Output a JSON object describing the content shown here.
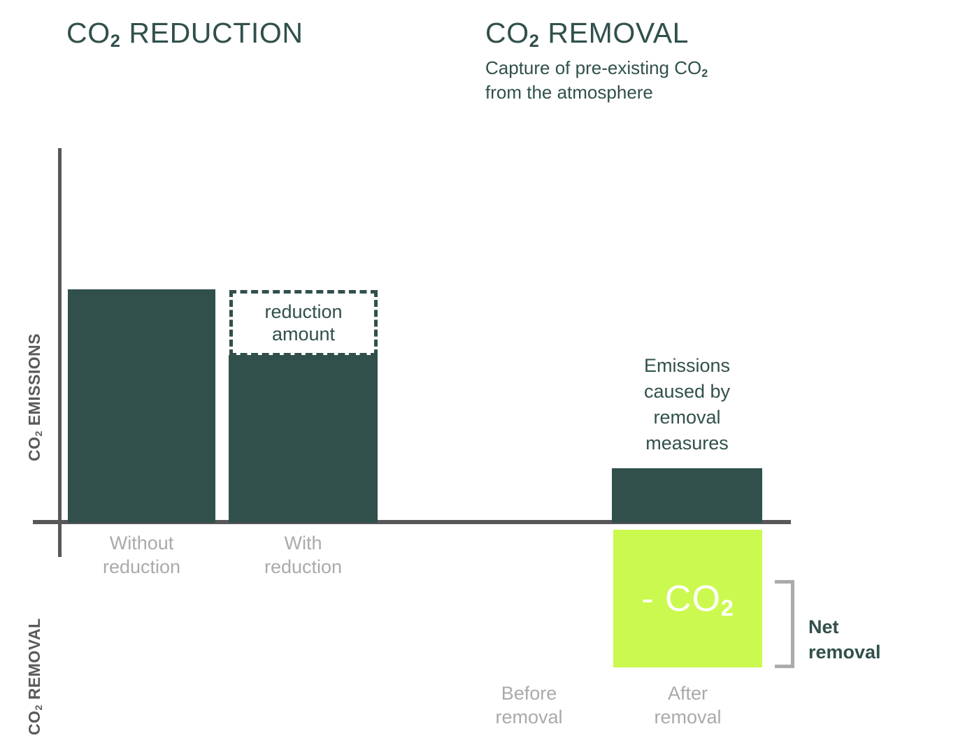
{
  "headings": {
    "reduction_title_main": "CO",
    "reduction_title_sub": "2",
    "reduction_title_rest": " REDUCTION",
    "removal_title_main": "CO",
    "removal_title_sub": "2",
    "removal_title_rest": " REMOVAL",
    "removal_subtitle_line1": "Capture of pre-existing CO",
    "removal_subtitle_sub": "2",
    "removal_subtitle_line2": "from the atmosphere"
  },
  "axes": {
    "y_upper_label_main": "CO",
    "y_upper_label_sub": "2",
    "y_upper_label_rest": " EMISSIONS",
    "y_lower_label_main": "CO",
    "y_lower_label_sub": "2",
    "y_lower_label_rest": " REMOVAL"
  },
  "annotations": {
    "reduction_amount": "reduction\namount",
    "emissions_caused_by": "Emissions\ncaused by\nremoval\nmeasures",
    "net_removal": "Net\nremoval",
    "co2_negative_prefix": "- CO",
    "co2_negative_sub": "2"
  },
  "colors": {
    "dark_teal": "#31504C",
    "lime_green": "#CCF94F",
    "axis_gray": "#585858",
    "label_gray": "#AAAAAA",
    "bracket_gray": "#ABABAB",
    "background": "#FFFFFF"
  },
  "chart_data": {
    "type": "bar",
    "title": "CO2 Reduction vs CO2 Removal",
    "xlabel": "",
    "ylabel": "CO₂ EMISSIONS / CO₂ REMOVAL",
    "grid": false,
    "legend": "none",
    "axis_origin_y": 0,
    "panels": [
      {
        "name": "CO2 REDUCTION",
        "categories": [
          "Without reduction",
          "With reduction"
        ],
        "values": [
          100,
          72
        ],
        "annotations": [
          {
            "label": "reduction amount",
            "category": "With reduction",
            "from": 72,
            "to": 100,
            "value": 28,
            "style": "dashed-outline"
          }
        ]
      },
      {
        "name": "CO2 REMOVAL",
        "categories": [
          "Before removal",
          "After removal"
        ],
        "series": [
          {
            "name": "Emissions caused by removal measures",
            "values": [
              0,
              23
            ],
            "color": "#31504C"
          },
          {
            "name": "- CO2 (removal)",
            "values": [
              0,
              -59
            ],
            "color": "#CCF94F"
          }
        ],
        "annotations": [
          {
            "label": "Emissions caused by removal measures",
            "category": "After removal",
            "value": 23
          },
          {
            "label": "Net removal",
            "category": "After removal",
            "value": -36,
            "style": "bracket"
          }
        ]
      }
    ]
  },
  "labels": {
    "without_reduction": "Without\nreduction",
    "with_reduction": "With\nreduction",
    "before_removal": "Before\nremoval",
    "after_removal": "After\nremoval"
  }
}
